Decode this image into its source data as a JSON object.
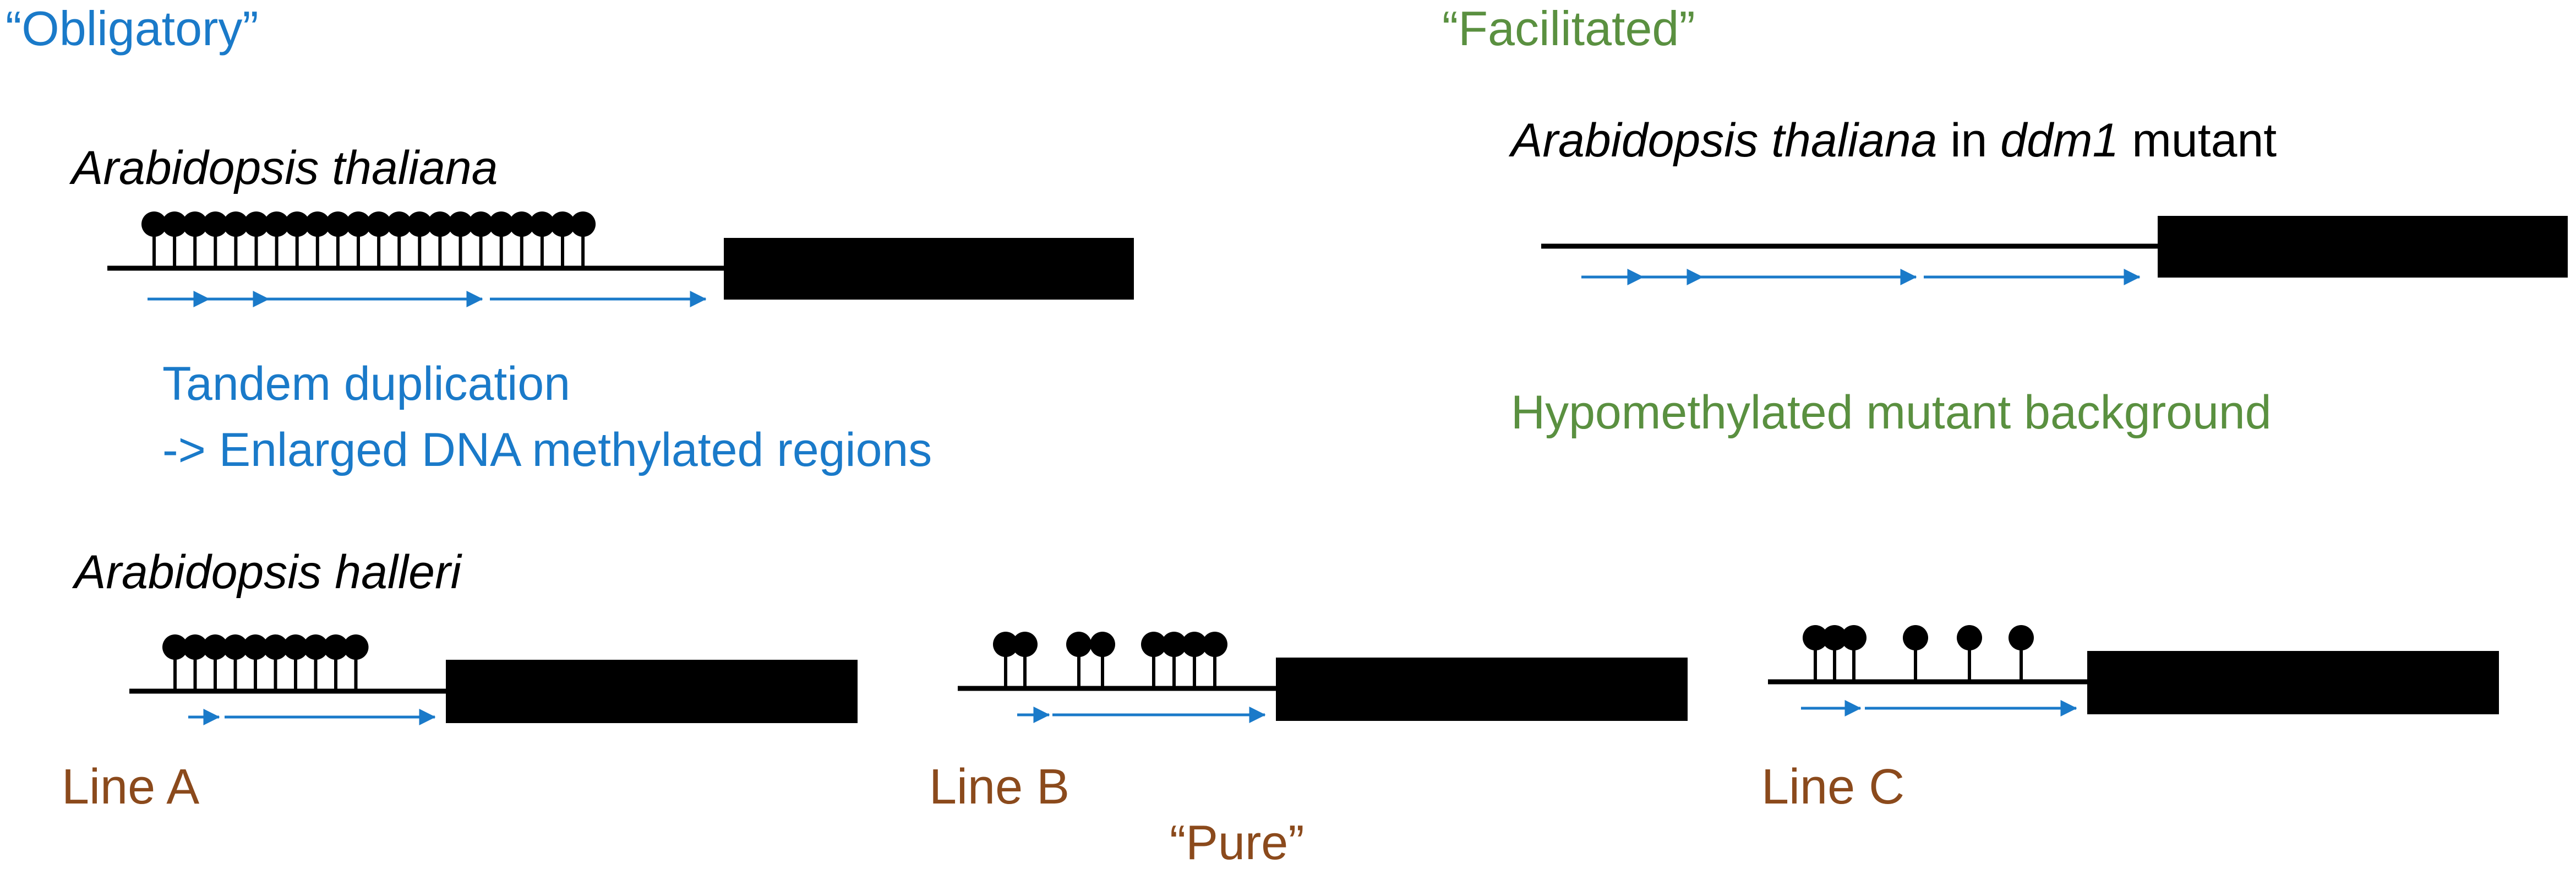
{
  "categories": {
    "obligatory": "“Obligatory”",
    "facilitated": "“Facilitated”",
    "pure": "“Pure”"
  },
  "species": {
    "thaliana": "Arabidopsis thaliana",
    "thaliana_mutant_prefix": "Arabidopsis thaliana",
    "thaliana_mutant_in": " in ",
    "thaliana_mutant_gene": "ddm1",
    "thaliana_mutant_suffix": " mutant",
    "halleri": "Arabidopsis halleri"
  },
  "notes": {
    "tandem_line1": "Tandem duplication",
    "tandem_line2": "-> Enlarged DNA methylated regions",
    "hypomethylated": "Hypomethylated  mutant background"
  },
  "lines": {
    "a": "Line A",
    "b": "Line B",
    "c": "Line C"
  },
  "colors": {
    "obligatory": "#1a7ac9",
    "facilitated": "#5a9040",
    "pure": "#8b4a1c",
    "arrow": "#1a7ac9",
    "gene": "#000000"
  }
}
